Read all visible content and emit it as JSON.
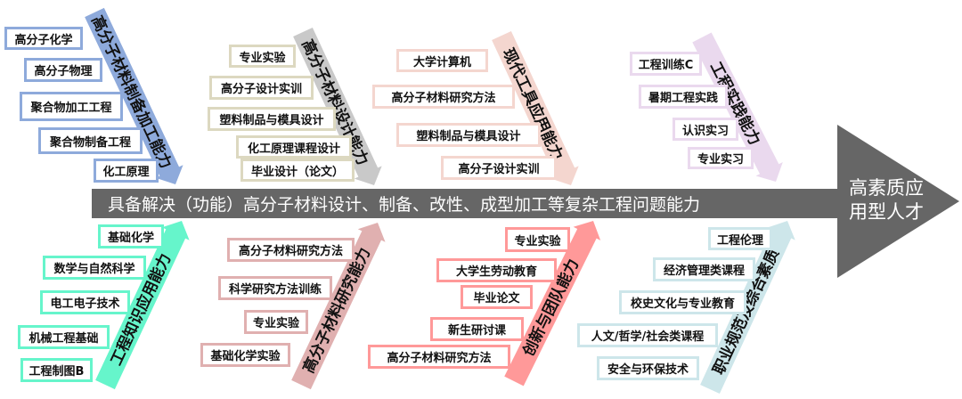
{
  "spine": {
    "label": "具备解决（功能）高分子材料设计、制备、改性、成型加工等复杂工程问题能力",
    "color": "#666666"
  },
  "goal": {
    "line1": "高素质应",
    "line2": "用型人才"
  },
  "bones": [
    {
      "label": "高分子材料制备加工能力",
      "color": "#8eaadb",
      "items": [
        "高分子化学",
        "高分子物理",
        "聚合物加工工程",
        "聚合物制备工程",
        "化工原理"
      ]
    },
    {
      "label": "高分子材料设计能力",
      "color": "#c9c9c9",
      "box_color": "#dcd8c0",
      "items": [
        "专业实验",
        "高分子设计实训",
        "塑料制品与模具设计",
        "化工原理课程设计",
        "毕业设计（论文）"
      ]
    },
    {
      "label": "现代工具应用能力",
      "color": "#f4d6cf",
      "items": [
        "大学计算机",
        "高分子材料研究方法",
        "塑料制品与模具设计",
        "高分子设计实训"
      ]
    },
    {
      "label": "工程实践能力",
      "color": "#ead9ee",
      "items": [
        "工程训练C",
        "暑期工程实践",
        "认识实习",
        "专业实习"
      ]
    },
    {
      "label": "工程知识应用能力",
      "color": "#66f5cb",
      "items": [
        "基础化学",
        "数学与自然科学",
        "电工电子技术",
        "机械工程基础",
        "工程制图B"
      ]
    },
    {
      "label": "高分子材料研究能力",
      "color": "#e0b0b0",
      "items": [
        "高分子材料研究方法",
        "科学研究方法训练",
        "专业实验",
        "基础化学实验"
      ]
    },
    {
      "label": "创新与团队能力",
      "color": "#ff9999",
      "items": [
        "专业实验",
        "大学生劳动教育",
        "毕业论文",
        "新生研讨课",
        "高分子材料研究方法"
      ]
    },
    {
      "label": "职业规范及综合素质",
      "color": "#cde6ea",
      "items": [
        "工程伦理",
        "经济管理类课程",
        "校史文化与专业教育",
        "人文/哲学/社会类课程",
        "安全与环保技术"
      ]
    }
  ]
}
